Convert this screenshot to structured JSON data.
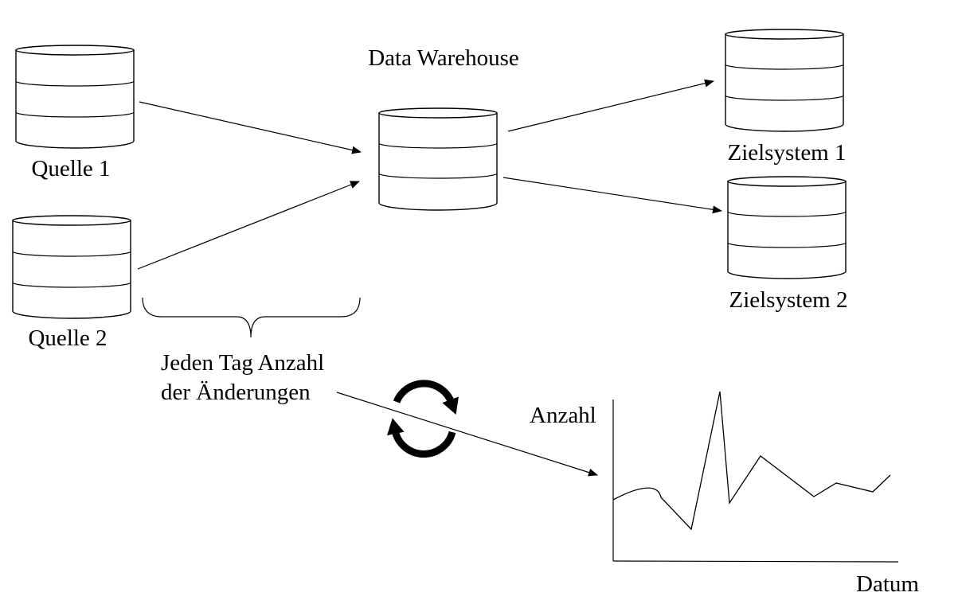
{
  "labels": {
    "warehouse": "Data Warehouse",
    "source1": "Quelle 1",
    "source2": "Quelle 2",
    "target1": "Zielsystem 1",
    "target2": "Zielsystem 2",
    "note_line1": "Jeden Tag Anzahl",
    "note_line2": "der Änderungen"
  },
  "chart_data": {
    "type": "line",
    "ylabel": "Anzahl",
    "xlabel": "Datum"
  },
  "icons": [
    "database-icon",
    "refresh-cycle-icon"
  ]
}
